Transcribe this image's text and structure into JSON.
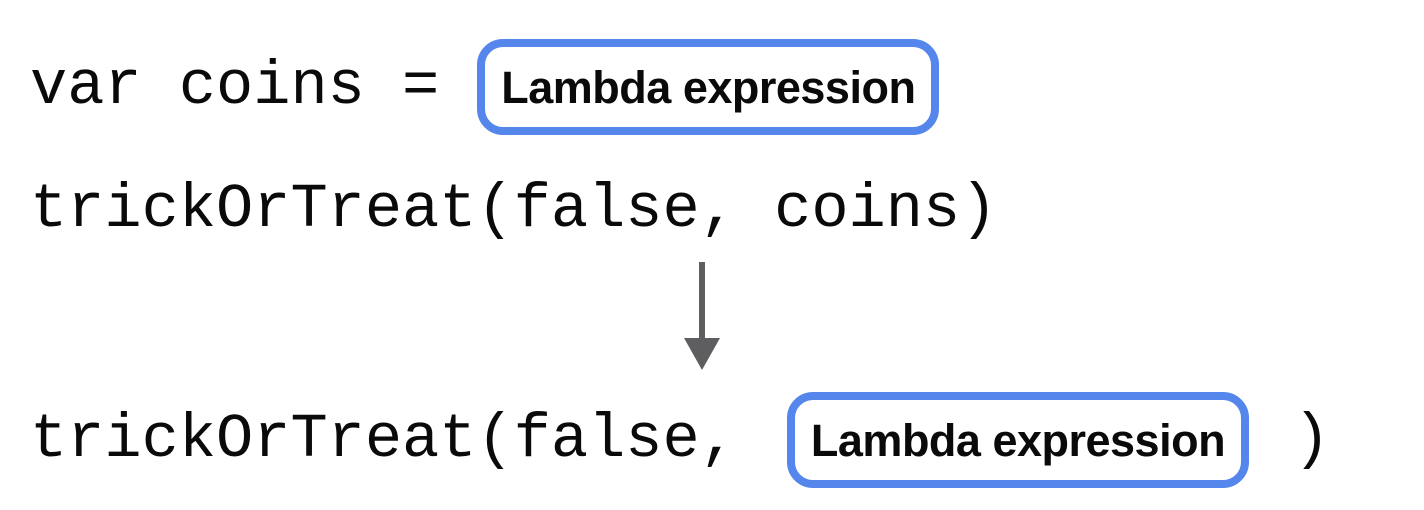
{
  "lines": {
    "assignment": {
      "code": "var coins =",
      "box_label": "Lambda expression"
    },
    "call_before": {
      "code": "trickOrTreat(false, coins)"
    },
    "call_after": {
      "code_before": "trickOrTreat(false,",
      "box_label": "Lambda expression",
      "code_after": ")"
    }
  },
  "icons": {
    "arrow": "down-arrow"
  },
  "colors": {
    "background": "#ffffff",
    "text": "#0a0a0a",
    "box_border": "#5586EB",
    "arrow": "#5E5E60"
  }
}
